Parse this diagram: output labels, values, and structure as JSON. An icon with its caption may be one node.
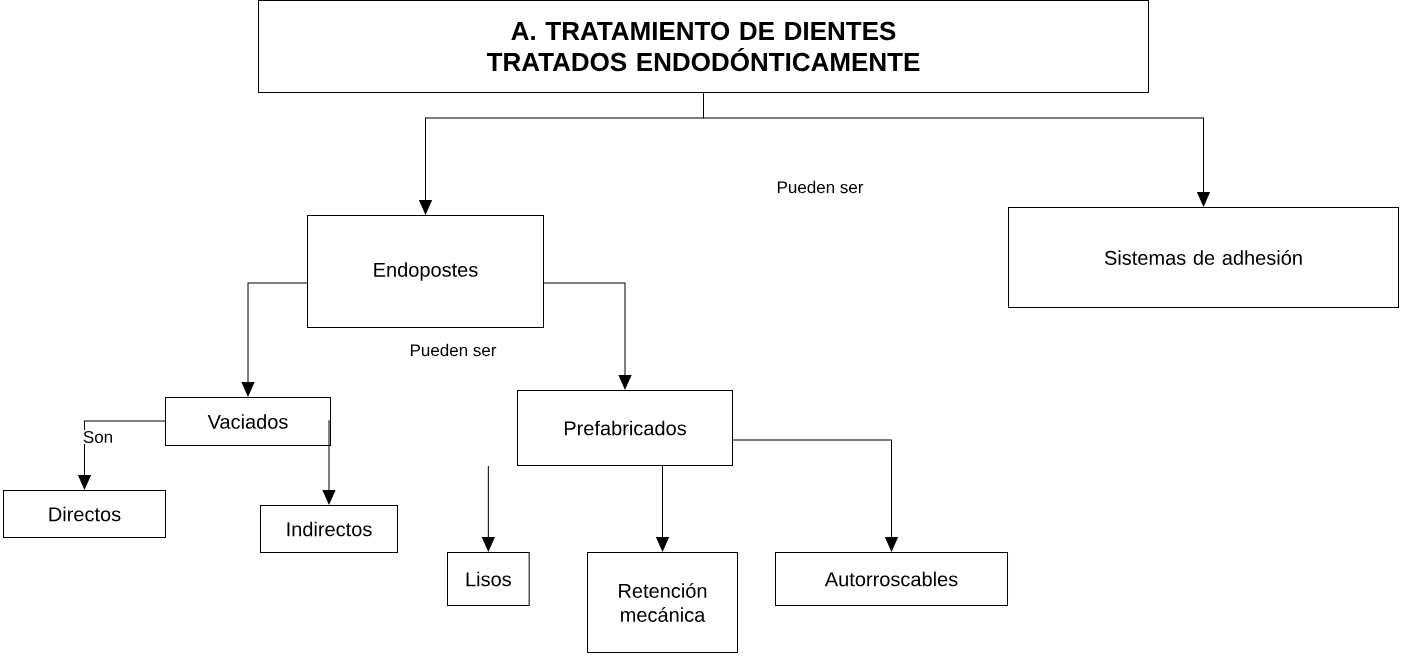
{
  "diagram": {
    "nodes": [
      {
        "text": [
          "A. TRATAMIENTO DE DIENTES TRATADOS ENDODÓNTICAMENTE"
        ]
      },
      {
        "text": [
          "Endopostes"
        ]
      },
      {
        "text": [
          "Sistemas de adhesión"
        ]
      },
      {
        "text": [
          "Vaciados"
        ]
      },
      {
        "text": [
          "Prefabricados"
        ]
      },
      {
        "text": [
          "Directos"
        ]
      },
      {
        "text": [
          "Indirectos"
        ]
      },
      {
        "text": [
          "Lisos"
        ]
      },
      {
        "text": [
          "Retención mecánica"
        ]
      },
      {
        "text": [
          "Autorroscables"
        ]
      }
    ],
    "edges": [
      {
        "from": 0,
        "to": 1,
        "arrow": "to"
      },
      {
        "from": 0,
        "to": 2,
        "arrow": "to"
      },
      {
        "from": 1,
        "to": 3,
        "arrow": "to"
      },
      {
        "from": 1,
        "to": 4,
        "arrow": "to"
      },
      {
        "from": 3,
        "to": 5,
        "arrow": "to",
        "label": "Son"
      },
      {
        "from": 3,
        "to": 6,
        "arrow": "to"
      },
      {
        "from": 4,
        "to": 7,
        "arrow": "to"
      },
      {
        "from": 4,
        "to": 8,
        "arrow": "to"
      },
      {
        "from": 4,
        "to": 9,
        "arrow": "to"
      }
    ],
    "labels": [
      "Pueden ser",
      "Pueden ser"
    ]
  }
}
